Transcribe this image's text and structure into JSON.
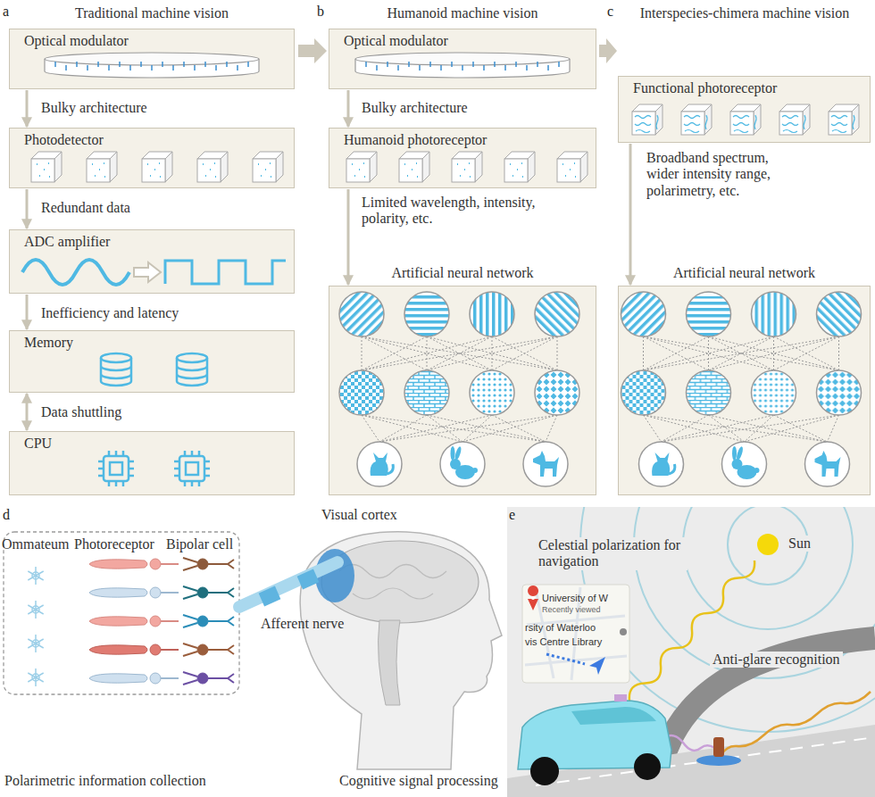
{
  "diagram": {
    "nodes": [
      {
        "text": [
          "Optical modulator"
        ]
      },
      {
        "text": [
          "Photodetector"
        ]
      },
      {
        "text": [
          "ADC amplifier"
        ]
      },
      {
        "text": [
          "Memory"
        ]
      },
      {
        "text": [
          "CPU"
        ]
      },
      {
        "text": [
          "Optical modulator"
        ]
      },
      {
        "text": [
          "Humanoid photoreceptor"
        ]
      },
      {
        "text": [
          "Artificial neural network"
        ]
      },
      {
        "text": [
          "Functional photoreceptor"
        ]
      },
      {
        "text": [
          "Artificial neural network"
        ]
      }
    ],
    "edges": [
      {
        "from": 0,
        "to": 1,
        "label": "Bulky architecture",
        "arrow": "to"
      },
      {
        "from": 1,
        "to": 2,
        "label": "Redundant data",
        "arrow": "to"
      },
      {
        "from": 2,
        "to": 3,
        "label": "Inefficiency and latency",
        "arrow": "to"
      },
      {
        "from": 3,
        "to": 4,
        "label": "Data shuttling",
        "arrow": "both"
      },
      {
        "from": 5,
        "to": 6,
        "label": "Bulky architecture",
        "arrow": "to"
      },
      {
        "from": 6,
        "to": 7,
        "label": "Limited wavelength, intensity, polarity, etc.",
        "arrow": "to"
      },
      {
        "from": 8,
        "to": 9,
        "label": "Broadband spectrum, wider intensity range, polarimetry, etc.",
        "arrow": "to"
      }
    ],
    "labels": [
      "a",
      "Traditional machine vision",
      "b",
      "Humanoid machine vision",
      "c",
      "Interspecies-chimera machine vision",
      "d",
      "Ommateum",
      "Photoreceptor",
      "Bipolar cell",
      "Visual cortex",
      "Afferent nerve",
      "Polarimetric information collection",
      "Cognitive signal processing",
      "e",
      "Sun",
      "Celestial polarization for navigation",
      "University of W",
      "Recently viewed",
      "rsity of Waterloo",
      "vis Centre Library",
      "Anti-glare recognition"
    ]
  }
}
